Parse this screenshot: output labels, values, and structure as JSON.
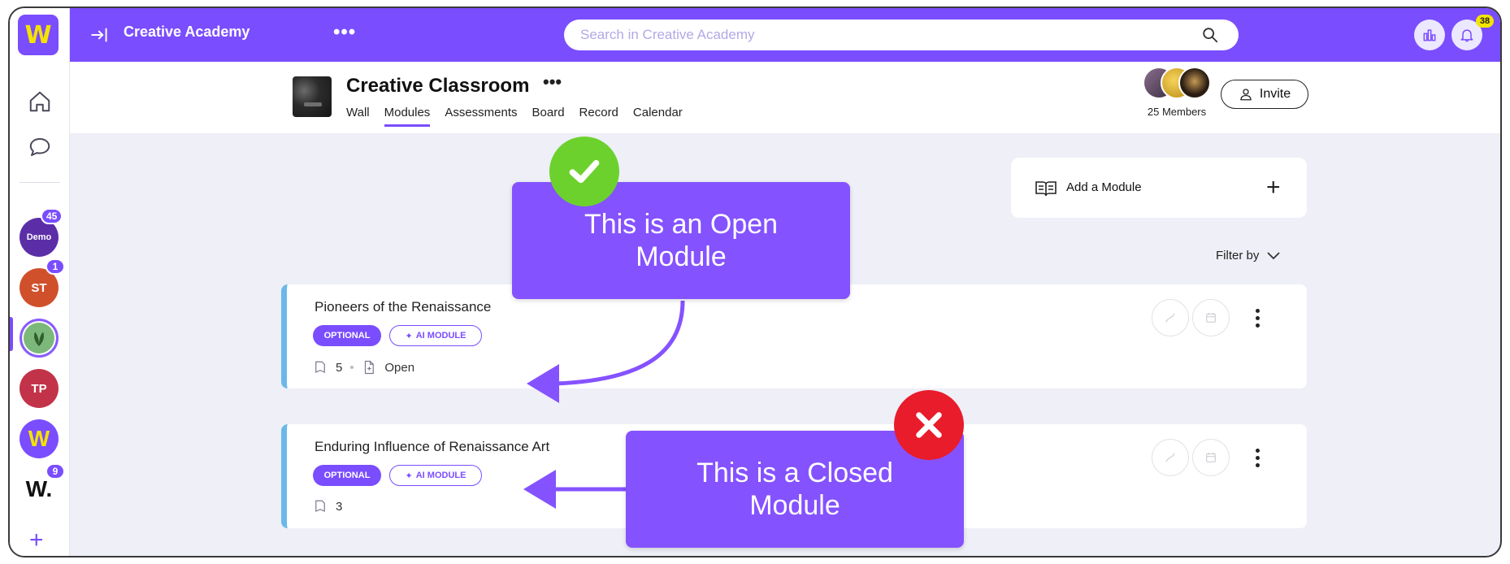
{
  "app": {
    "brand_title": "Creative Academy",
    "logo_letter": "W"
  },
  "search": {
    "placeholder": "Search in Creative Academy"
  },
  "topbar": {
    "notification_count": "38"
  },
  "sidebar": {
    "avatars": [
      {
        "label": "Demo",
        "badge": "45",
        "color": "#5b2ea8"
      },
      {
        "label": "ST",
        "badge": "1",
        "color": "#d0502c"
      },
      {
        "label": "",
        "badge": "",
        "color": "#7bb87a"
      },
      {
        "label": "TP",
        "badge": "",
        "color": "#c2334a"
      },
      {
        "label": "W",
        "badge": "",
        "color": "#7a4dff"
      },
      {
        "label": "W.",
        "badge": "9",
        "color": "#ffffff"
      }
    ]
  },
  "classroom": {
    "title": "Creative Classroom",
    "tabs": [
      "Wall",
      "Modules",
      "Assessments",
      "Board",
      "Record",
      "Calendar"
    ],
    "active_tab": "Modules",
    "members_label": "25 Members",
    "invite_label": "Invite"
  },
  "modules_panel": {
    "add_label": "Add a Module",
    "filter_label": "Filter by"
  },
  "modules": [
    {
      "title": "Pioneers of the Renaissance",
      "optional_label": "OPTIONAL",
      "ai_label": "AI MODULE",
      "count": "5",
      "status": "Open"
    },
    {
      "title": "Enduring Influence of Renaissance Art",
      "optional_label": "OPTIONAL",
      "ai_label": "AI MODULE",
      "count": "3",
      "status": ""
    }
  ],
  "callouts": {
    "open_line1": "This is an Open",
    "open_line2": "Module",
    "closed_line1": "This is a Closed",
    "closed_line2": "Module"
  },
  "colors": {
    "brand": "#7a4dff",
    "accent_yellow": "#f4e300",
    "module_border": "#6ab8ea",
    "success": "#6cd12d",
    "danger": "#e81c2b"
  }
}
